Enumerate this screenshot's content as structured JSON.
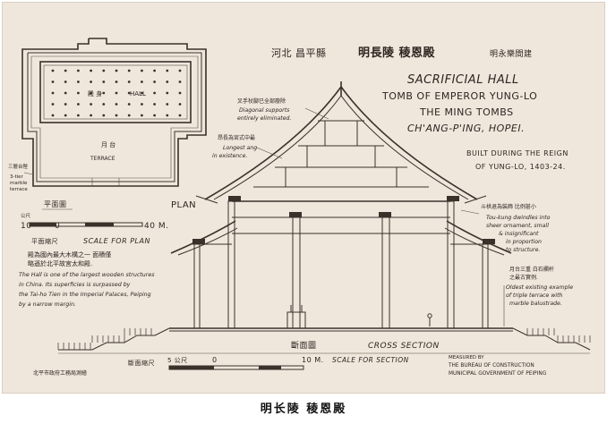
{
  "drawing": {
    "title_cn_left": "河北 昌平縣",
    "title_cn_main": "明長陵 稜恩殿",
    "title_cn_right": "明永樂間建",
    "title_en": [
      "SACRIFICIAL HALL",
      "TOMB OF EMPEROR YUNG-LO",
      "THE MING TOMBS",
      "CH'ANG-P'ING, HOPEI."
    ],
    "built": [
      "BUILT DURING THE REIGN",
      "OF YUNG-LO, 1403-24."
    ],
    "plan": {
      "hall_cn": "殿 身",
      "hall_en": "HALL",
      "terrace_cn": "月 台",
      "terrace_en": "TERRACE",
      "tier_cn": "三層台陛",
      "tier_en": [
        "3-tier",
        "marble",
        "terrace"
      ],
      "label_cn": "平面圖",
      "label_en": "PLAN",
      "scale_unit": "公尺",
      "scale_left": "10",
      "scale_zero": "0",
      "scale_right": "40 M.",
      "scale_cn": "平面縮尺",
      "scale_en": "SCALE FOR PLAN"
    },
    "note": {
      "cn": [
        "殿為國內最大木構之一 面積僅",
        "略遜於北平故宮太和殿."
      ],
      "en": [
        "The Hall is one of the largest wooden structures",
        "in China. Its superficies is surpassed by",
        "the Tai-ho Tien in the Imperial Palaces, Peiping",
        "by a narrow margin."
      ]
    },
    "callouts": {
      "diagonal_cn": "叉手杖腳已全部廢除",
      "diagonal_en": [
        "Diagonal supports",
        "entirely eliminated."
      ],
      "ang_cn": "昂長為宮式中最",
      "ang_en": [
        "Longest ang",
        "in existence."
      ],
      "tou_kung_cn": "斗栱退為裝飾 比例甚小",
      "tou_kung_en": [
        "Tou-kung dwindles into",
        "sheer ornament, small",
        "& insignificant",
        "in proportion",
        "to structure."
      ],
      "terrace_cn": [
        "月台三重 白石欄杆",
        "之最古實例."
      ],
      "terrace_en": [
        "Oldest existing example",
        "of triple terrace with",
        "marble balustrade."
      ]
    },
    "section": {
      "label_cn": "斷面圖",
      "label_en": "CROSS SECTION",
      "scale_cn": "斷面縮尺",
      "scale_left": "5 公尺",
      "scale_zero": "0",
      "scale_right": "10 M.",
      "scale_en": "SCALE FOR SECTION"
    },
    "measured": [
      "MEASURED BY",
      "THE BUREAU OF CONSTRUCTION",
      "MUNICIPAL GOVERNMENT OF PEIPING"
    ],
    "bottom_left_cn": "北平市政府工務局測繪"
  },
  "caption": "明长陵 稜恩殿"
}
